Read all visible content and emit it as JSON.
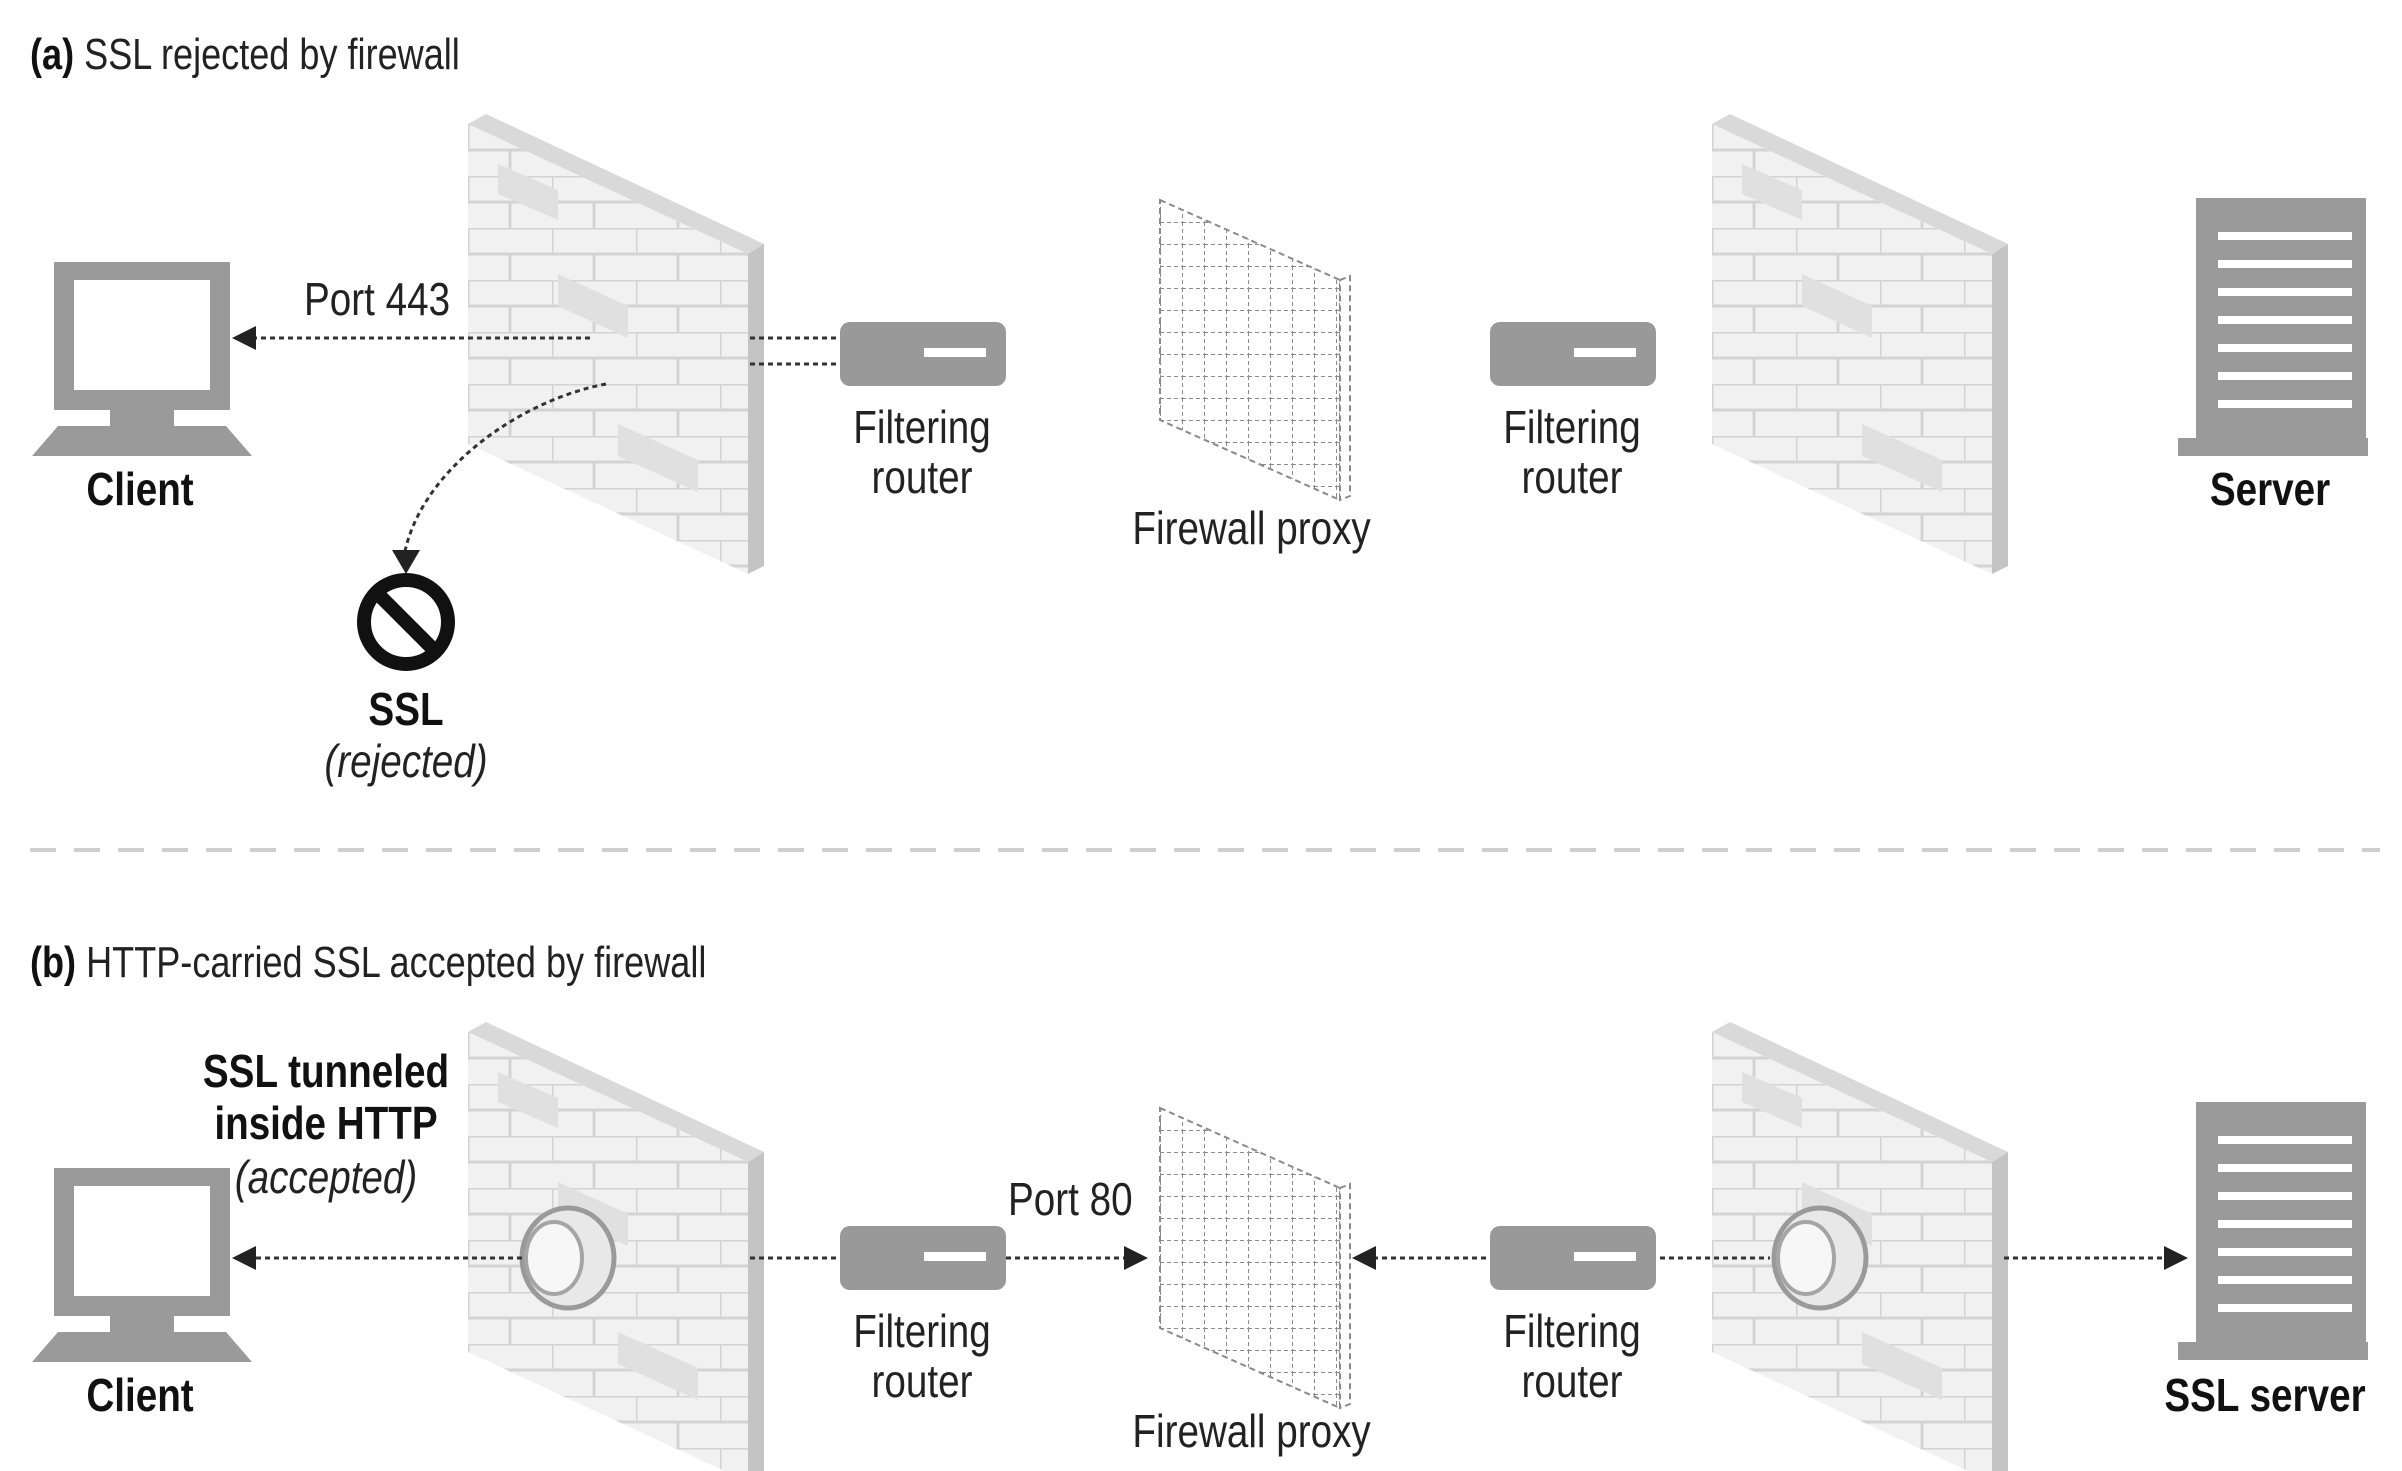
{
  "panel_a": {
    "tag": "(a)",
    "title": "SSL rejected by firewall",
    "port_label": "Port 443",
    "client": "Client",
    "router_left": [
      "Filtering",
      "router"
    ],
    "proxy": "Firewall proxy",
    "router_right": [
      "Filtering",
      "router"
    ],
    "server": "Server",
    "rejected_title": "SSL",
    "rejected_sub": "(rejected)"
  },
  "panel_b": {
    "tag": "(b)",
    "title": "HTTP-carried SSL accepted by firewall",
    "tunnel_line1": "SSL tunneled",
    "tunnel_line2": "inside HTTP",
    "tunnel_sub": "(accepted)",
    "port_label": "Port 80",
    "client": "Client",
    "router_left": [
      "Filtering",
      "router"
    ],
    "proxy": "Firewall proxy",
    "router_right": [
      "Filtering",
      "router"
    ],
    "server": "SSL server"
  },
  "icons": [
    "computer-icon",
    "brick-firewall-icon",
    "router-icon",
    "firewall-proxy-icon",
    "server-icon",
    "prohibited-icon",
    "tunnel-pipe-icon"
  ]
}
